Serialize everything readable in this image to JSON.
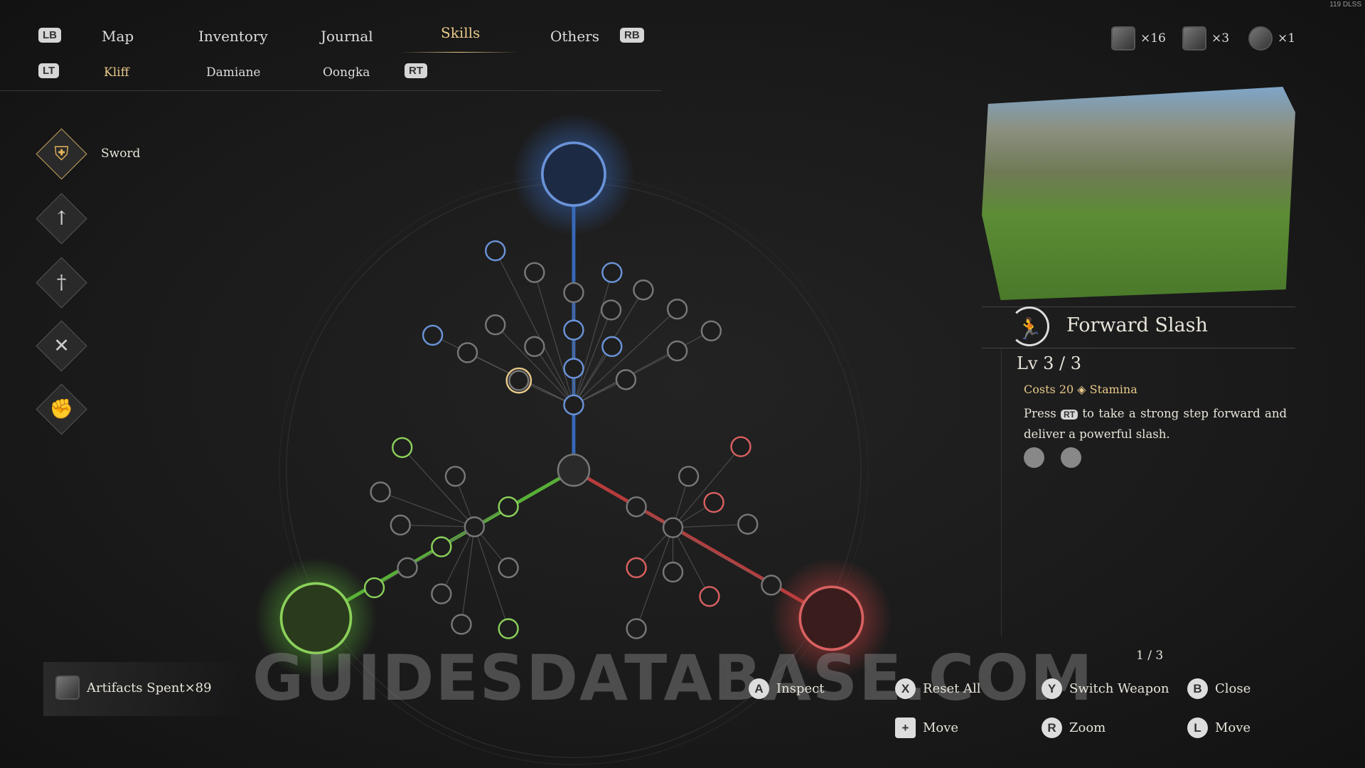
{
  "fps": "119 DLSS",
  "nav": {
    "lb": "LB",
    "rb": "RB",
    "tabs": [
      {
        "label": "Map"
      },
      {
        "label": "Inventory"
      },
      {
        "label": "Journal"
      },
      {
        "label": "Skills",
        "active": true
      },
      {
        "label": "Others"
      }
    ]
  },
  "subnav": {
    "lt": "LT",
    "rt": "RT",
    "chars": [
      {
        "label": "Kliff",
        "active": true
      },
      {
        "label": "Damiane"
      },
      {
        "label": "Oongka"
      }
    ]
  },
  "currencies": [
    {
      "icon": "artifact-cube-icon",
      "count": "×16"
    },
    {
      "icon": "hollow-cube-icon",
      "count": "×3"
    },
    {
      "icon": "rune-sphere-icon",
      "count": "×1"
    }
  ],
  "weapons": [
    {
      "label": "Sword",
      "icon": "sword-shield-icon"
    },
    {
      "icon": "spear-icon"
    },
    {
      "icon": "dagger-icon"
    },
    {
      "icon": "crossed-swords-icon"
    },
    {
      "icon": "fist-icon"
    }
  ],
  "skill": {
    "name": "Forward Slash",
    "level": "Lv 3 / 3",
    "cost_label": "Costs 20",
    "cost_type": "Stamina",
    "desc_pre": "Press",
    "desc_key": "RT",
    "desc_post": "to take a strong step forward and deliver a powerful slash."
  },
  "page": "1 / 3",
  "artifacts": "Artifacts Spent×89",
  "buttons": [
    {
      "key": "A",
      "label": "Inspect"
    },
    {
      "key": "X",
      "label": "Reset All"
    },
    {
      "key": "Y",
      "label": "Switch Weapon"
    },
    {
      "key": "B",
      "label": "Close"
    },
    {
      "key": "+",
      "label": "Move"
    },
    {
      "key": "R",
      "label": "Zoom"
    },
    {
      "key": "L",
      "label": "Move"
    }
  ],
  "watermark": "GUIDESDATABASE.COM",
  "colors": {
    "accent": "#e9c98a",
    "blue": "#3a6fc8",
    "green": "#5fbf3a",
    "red": "#c84040"
  }
}
